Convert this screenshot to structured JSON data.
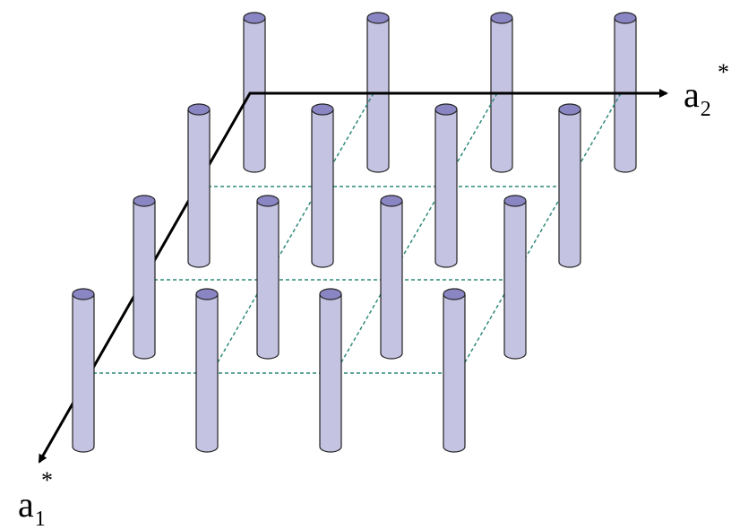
{
  "figure": {
    "description_free": true,
    "colors": {
      "rod_fill": "#c5c3e2",
      "rod_cap": "#8a86c4",
      "rod_stroke": "#222222",
      "lattice_dash": "#2f8a7a",
      "axis": "#000000"
    },
    "axes": {
      "a2": {
        "letter": "a",
        "subscript": "2",
        "superscript": "*"
      },
      "a1": {
        "letter": "a",
        "subscript": "1",
        "superscript": "*"
      }
    },
    "lattice": {
      "rows": 4,
      "columns": 4
    }
  }
}
